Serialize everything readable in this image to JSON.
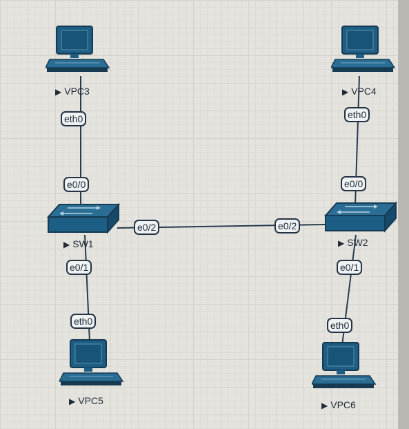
{
  "nodes": {
    "vpc3": {
      "label": "VPC3"
    },
    "vpc4": {
      "label": "VPC4"
    },
    "vpc5": {
      "label": "VPC5"
    },
    "vpc6": {
      "label": "VPC6"
    },
    "sw1": {
      "label": "SW1"
    },
    "sw2": {
      "label": "SW2"
    }
  },
  "ports": {
    "vpc3_eth0": "eth0",
    "vpc4_eth0": "eth0",
    "vpc5_eth0": "eth0",
    "vpc6_eth0": "eth0",
    "sw1_e0_0": "e0/0",
    "sw1_e0_1": "e0/1",
    "sw1_e0_2": "e0/2",
    "sw2_e0_0": "e0/0",
    "sw2_e0_1": "e0/1",
    "sw2_e0_2": "e0/2"
  },
  "links": [
    {
      "from": "VPC3 eth0",
      "to": "SW1 e0/0"
    },
    {
      "from": "VPC4 eth0",
      "to": "SW2 e0/0"
    },
    {
      "from": "VPC5 eth0",
      "to": "SW1 e0/1"
    },
    {
      "from": "VPC6 eth0",
      "to": "SW2 e0/1"
    },
    {
      "from": "SW1 e0/2",
      "to": "SW2 e0/2"
    }
  ],
  "colors": {
    "device_blue": "#1d5e84",
    "device_dark": "#163a52",
    "link": "#263a4e",
    "background": "#e4e3de"
  }
}
